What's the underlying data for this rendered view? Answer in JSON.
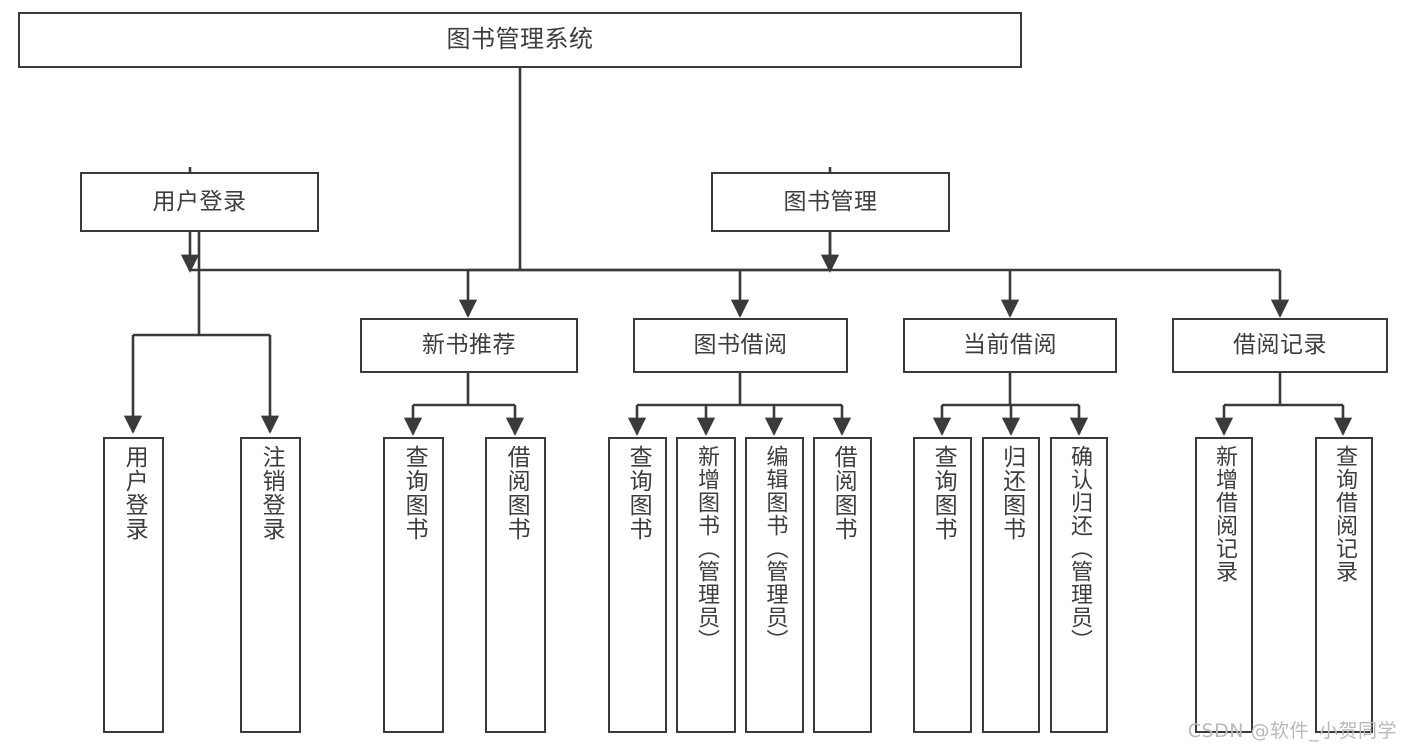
{
  "diagram": {
    "title": "图书管理系统",
    "type": "tree",
    "watermark": "CSDN @软件_小贺同学",
    "colors": {
      "box_border": "#3a3a3a",
      "box_fill": "#ffffff",
      "edge": "#3a3a3a",
      "text": "#3d3d3d",
      "watermark": "#b9b9b9",
      "background": "#ffffff"
    },
    "levels": {
      "root": {
        "label": "图书管理系统"
      },
      "level1": [
        {
          "label": "用户登录"
        },
        {
          "label": "图书管理"
        }
      ],
      "level2": [
        {
          "label": "新书推荐"
        },
        {
          "label": "图书借阅"
        },
        {
          "label": "当前借阅"
        },
        {
          "label": "借阅记录"
        }
      ]
    },
    "nodes": {
      "root": "图书管理系统",
      "user_login": "用户登录",
      "book_manage": "图书管理",
      "new_book_rec": "新书推荐",
      "book_borrow": "图书借阅",
      "current_borrow": "当前借阅",
      "borrow_record": "借阅记录",
      "leaf_user_login": "用户登录",
      "leaf_logout": "注销登录",
      "leaf_rec_query": "查询图书",
      "leaf_rec_borrow": "借阅图书",
      "leaf_borrow_query": "查询图书",
      "leaf_borrow_add": "新增图书（管理员）",
      "leaf_borrow_edit": "编辑图书（管理员）",
      "leaf_borrow_borrow": "借阅图书",
      "leaf_cur_query": "查询图书",
      "leaf_cur_return": "归还图书",
      "leaf_cur_confirm": "确认归还（管理员）",
      "leaf_rec_add": "新增借阅记录",
      "leaf_rec_search": "查询借阅记录"
    },
    "edges": [
      {
        "from": "root",
        "to": "user_login"
      },
      {
        "from": "root",
        "to": "book_manage"
      },
      {
        "from": "user_login",
        "to": "leaf_user_login"
      },
      {
        "from": "user_login",
        "to": "leaf_logout"
      },
      {
        "from": "book_manage",
        "to": "new_book_rec"
      },
      {
        "from": "book_manage",
        "to": "book_borrow"
      },
      {
        "from": "book_manage",
        "to": "current_borrow"
      },
      {
        "from": "book_manage",
        "to": "borrow_record"
      },
      {
        "from": "new_book_rec",
        "to": "leaf_rec_query"
      },
      {
        "from": "new_book_rec",
        "to": "leaf_rec_borrow"
      },
      {
        "from": "book_borrow",
        "to": "leaf_borrow_query"
      },
      {
        "from": "book_borrow",
        "to": "leaf_borrow_add"
      },
      {
        "from": "book_borrow",
        "to": "leaf_borrow_edit"
      },
      {
        "from": "book_borrow",
        "to": "leaf_borrow_borrow"
      },
      {
        "from": "current_borrow",
        "to": "leaf_cur_query"
      },
      {
        "from": "current_borrow",
        "to": "leaf_cur_return"
      },
      {
        "from": "current_borrow",
        "to": "leaf_cur_confirm"
      },
      {
        "from": "borrow_record",
        "to": "leaf_rec_add"
      },
      {
        "from": "borrow_record",
        "to": "leaf_rec_search"
      }
    ]
  }
}
